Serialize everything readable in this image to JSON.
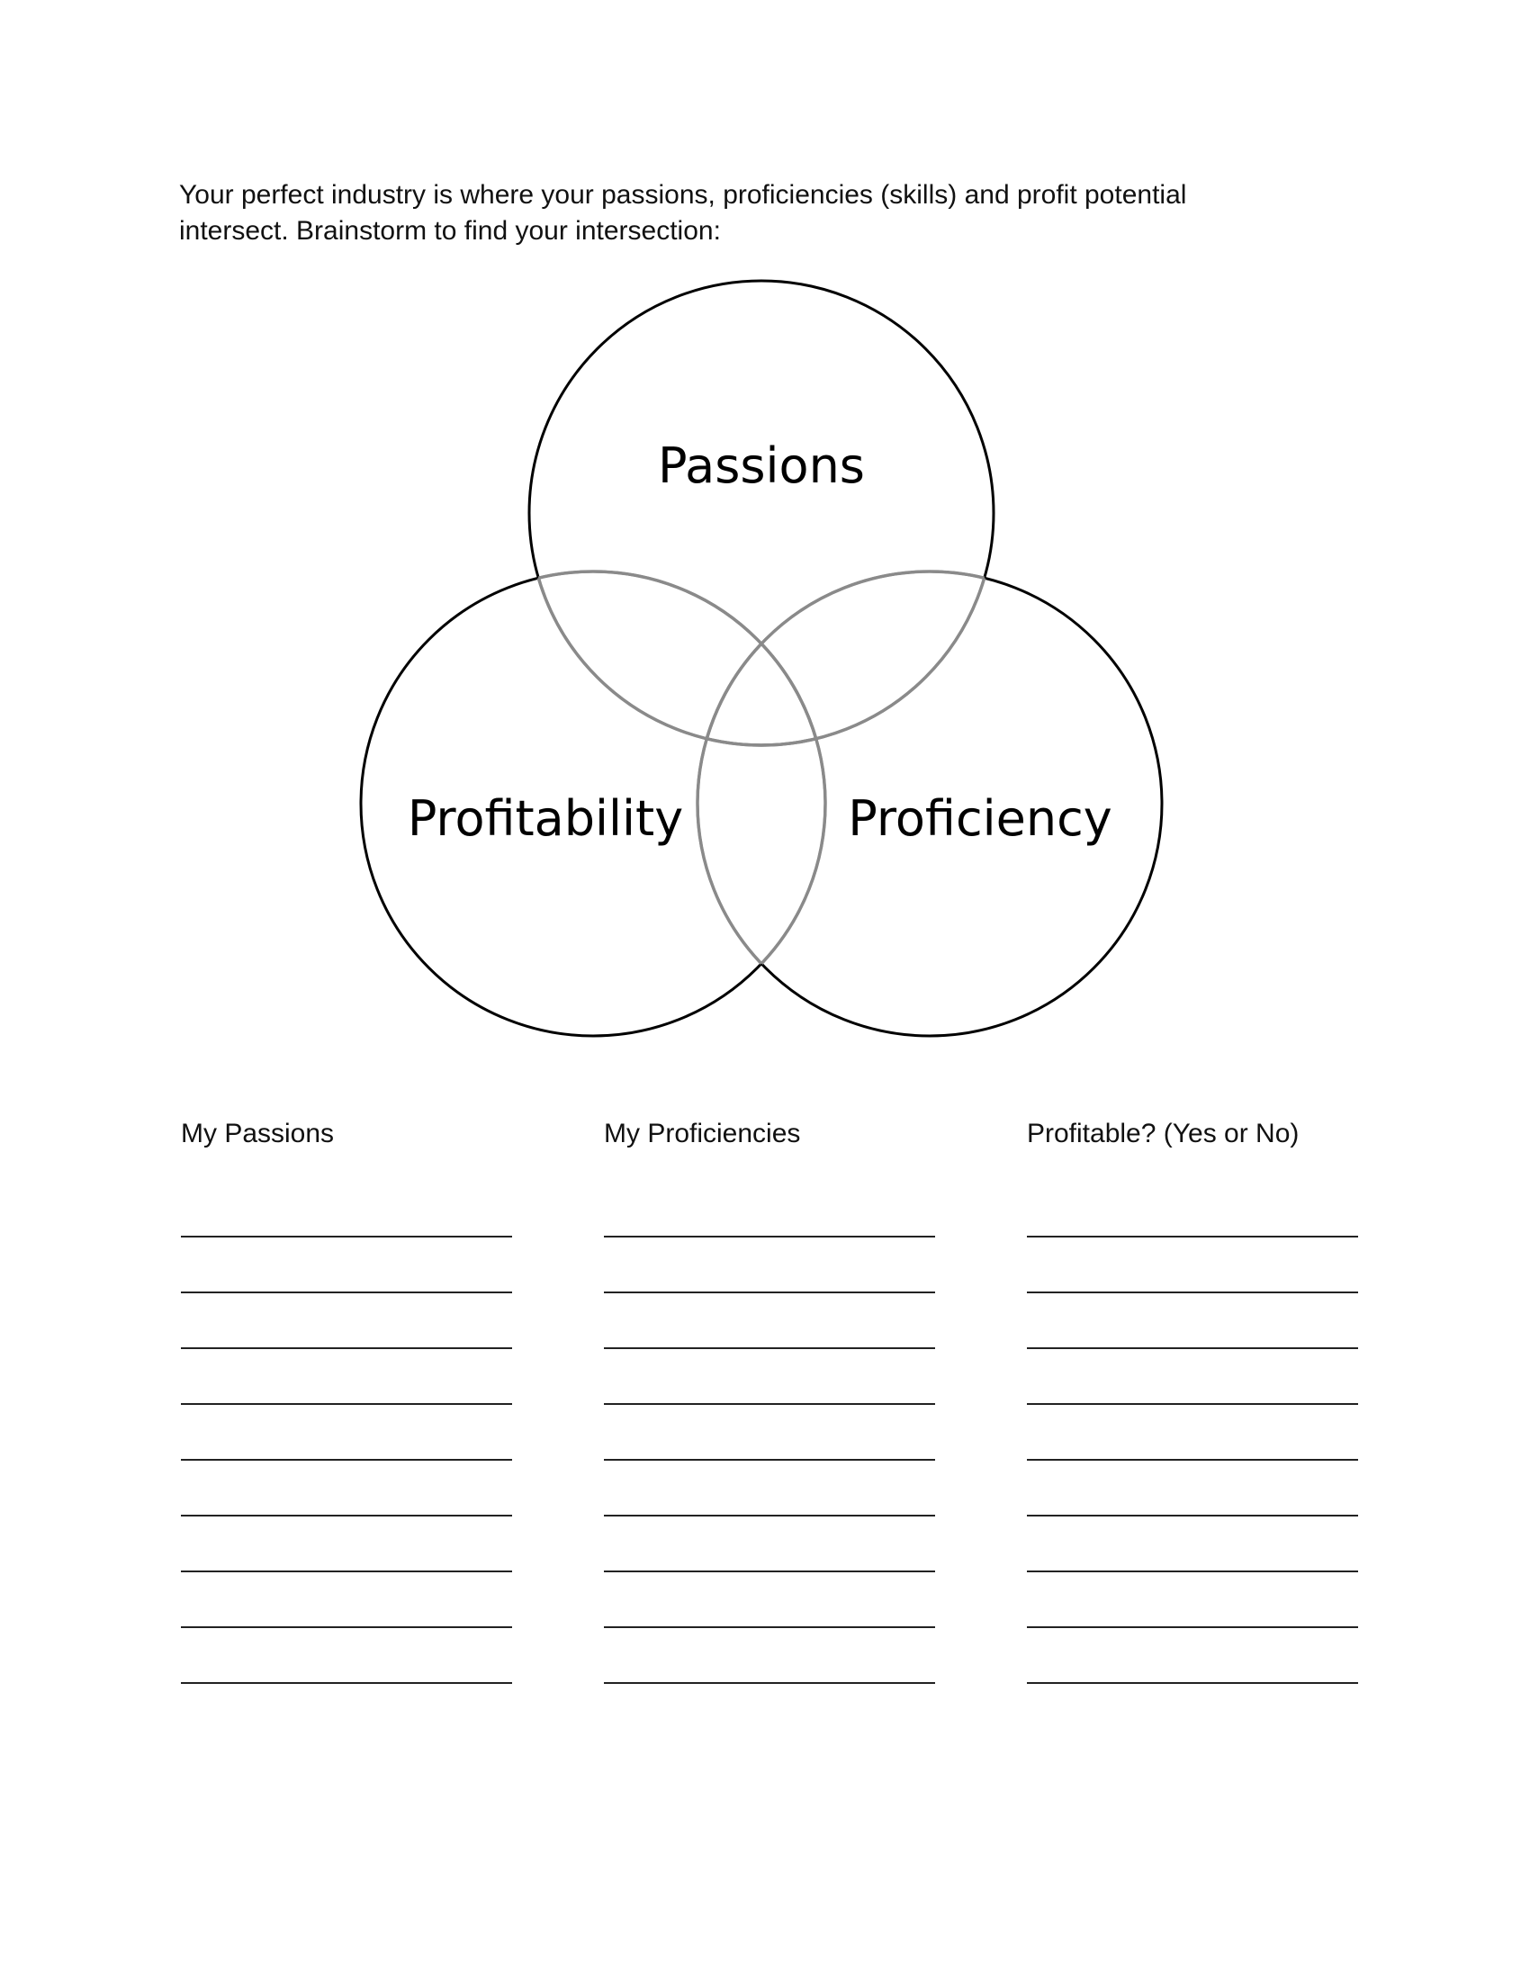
{
  "intro": {
    "line1": "Your perfect industry is where your passions, proficiencies (skills) and profit potential",
    "line2": "intersect. Brainstorm to find your intersection:"
  },
  "venn": {
    "labels": {
      "top": "Passions",
      "left": "Profitability",
      "right": "Proficiency"
    }
  },
  "columns": [
    {
      "heading": "My Passions",
      "line_count": 9
    },
    {
      "heading": "My Proficiencies",
      "line_count": 9
    },
    {
      "heading": "Profitable? (Yes or No)",
      "line_count": 9
    }
  ],
  "colors": {
    "text": "#111111",
    "circle_outline": "#000000",
    "overlap_outline": "#8a8a8a",
    "writing_line": "#222222"
  }
}
